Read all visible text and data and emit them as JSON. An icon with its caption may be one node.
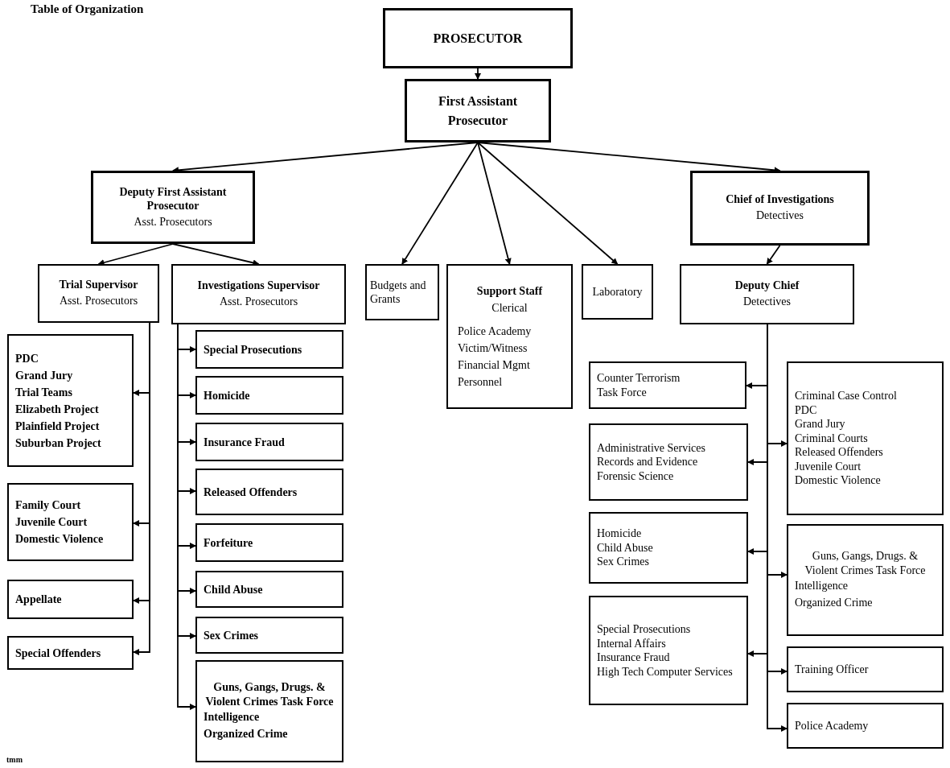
{
  "diagram": {
    "title": "Table of Organization",
    "nodes": [
      {
        "text": [
          "PROSECUTOR"
        ]
      },
      {
        "text": [
          "First Assistant Prosecutor"
        ]
      },
      {
        "text": [
          "Deputy First Assistant Prosecutor",
          "Asst. Prosecutors"
        ]
      },
      {
        "text": [
          "Budgets and Grants"
        ]
      },
      {
        "text": [
          "Support Staff",
          "Clerical",
          "Police Academy",
          "Victim/Witness",
          "Financial Mgmt",
          "Personnel"
        ]
      },
      {
        "text": [
          "Laboratory"
        ]
      },
      {
        "text": [
          "Chief of Investigations",
          "Detectives"
        ]
      },
      {
        "text": [
          "Trial Supervisor",
          "Asst. Prosecutors"
        ]
      },
      {
        "text": [
          "Investigations Supervisor",
          "Asst. Prosecutors"
        ]
      },
      {
        "text": [
          "Deputy Chief",
          "Detectives"
        ]
      },
      {
        "text": [
          "PDC",
          "Grand Jury",
          "Trial Teams",
          "Elizabeth  Project",
          "Plainfield Project",
          "Suburban Project"
        ]
      },
      {
        "text": [
          "Family Court",
          "Juvenile Court",
          "Domestic Violence"
        ]
      },
      {
        "text": [
          "Appellate"
        ]
      },
      {
        "text": [
          "Special Offenders"
        ]
      },
      {
        "text": [
          "Special Prosecutions"
        ]
      },
      {
        "text": [
          "Homicide"
        ]
      },
      {
        "text": [
          "Insurance Fraud"
        ]
      },
      {
        "text": [
          "Released Offenders"
        ]
      },
      {
        "text": [
          "Forfeiture"
        ]
      },
      {
        "text": [
          "Child Abuse"
        ]
      },
      {
        "text": [
          "Sex Crimes"
        ]
      },
      {
        "text": [
          "Guns, Gangs, Drugs. & Violent Crimes Task Force",
          "Intelligence",
          "Organized Crime"
        ]
      },
      {
        "text": [
          "Counter Terrorism",
          "Task Force"
        ]
      },
      {
        "text": [
          "Administrative Services",
          "Records and Evidence",
          "Forensic Science"
        ]
      },
      {
        "text": [
          "Homicide",
          "Child Abuse",
          "Sex Crimes"
        ]
      },
      {
        "text": [
          "Special Prosecutions",
          "Internal Affairs",
          "Insurance Fraud",
          "High Tech Computer Services"
        ]
      },
      {
        "text": [
          "Criminal Case Control",
          "PDC",
          "Grand Jury",
          "Criminal Courts",
          "Released Offenders",
          "Juvenile Court",
          "Domestic Violence"
        ]
      },
      {
        "text": [
          "Guns, Gangs, Drugs. & Violent Crimes Task Force",
          "Intelligence",
          "Organized Crime"
        ]
      },
      {
        "text": [
          "Training Officer"
        ]
      },
      {
        "text": [
          "Police Academy"
        ]
      }
    ],
    "edges": [
      {
        "from": 0,
        "to": 1,
        "arrow": "to"
      },
      {
        "from": 1,
        "to": 2,
        "arrow": "to"
      },
      {
        "from": 1,
        "to": 3,
        "arrow": "to"
      },
      {
        "from": 1,
        "to": 4,
        "arrow": "to"
      },
      {
        "from": 1,
        "to": 5,
        "arrow": "to"
      },
      {
        "from": 1,
        "to": 6,
        "arrow": "to"
      },
      {
        "from": 2,
        "to": 7,
        "arrow": "to"
      },
      {
        "from": 2,
        "to": 8,
        "arrow": "to"
      },
      {
        "from": 6,
        "to": 9,
        "arrow": "to"
      },
      {
        "from": 7,
        "to": 10,
        "arrow": "to"
      },
      {
        "from": 7,
        "to": 11,
        "arrow": "to"
      },
      {
        "from": 7,
        "to": 12,
        "arrow": "to"
      },
      {
        "from": 7,
        "to": 13,
        "arrow": "to"
      },
      {
        "from": 8,
        "to": 14,
        "arrow": "to"
      },
      {
        "from": 8,
        "to": 15,
        "arrow": "to"
      },
      {
        "from": 8,
        "to": 16,
        "arrow": "to"
      },
      {
        "from": 8,
        "to": 17,
        "arrow": "to"
      },
      {
        "from": 8,
        "to": 18,
        "arrow": "to"
      },
      {
        "from": 8,
        "to": 19,
        "arrow": "to"
      },
      {
        "from": 8,
        "to": 20,
        "arrow": "to"
      },
      {
        "from": 8,
        "to": 21,
        "arrow": "to"
      },
      {
        "from": 9,
        "to": 22,
        "arrow": "to"
      },
      {
        "from": 9,
        "to": 23,
        "arrow": "to"
      },
      {
        "from": 9,
        "to": 24,
        "arrow": "to"
      },
      {
        "from": 9,
        "to": 25,
        "arrow": "to"
      },
      {
        "from": 9,
        "to": 26,
        "arrow": "to"
      },
      {
        "from": 9,
        "to": 27,
        "arrow": "to"
      },
      {
        "from": 9,
        "to": 28,
        "arrow": "to"
      },
      {
        "from": 9,
        "to": 29,
        "arrow": "to"
      }
    ],
    "labels": [
      "tmm"
    ]
  }
}
